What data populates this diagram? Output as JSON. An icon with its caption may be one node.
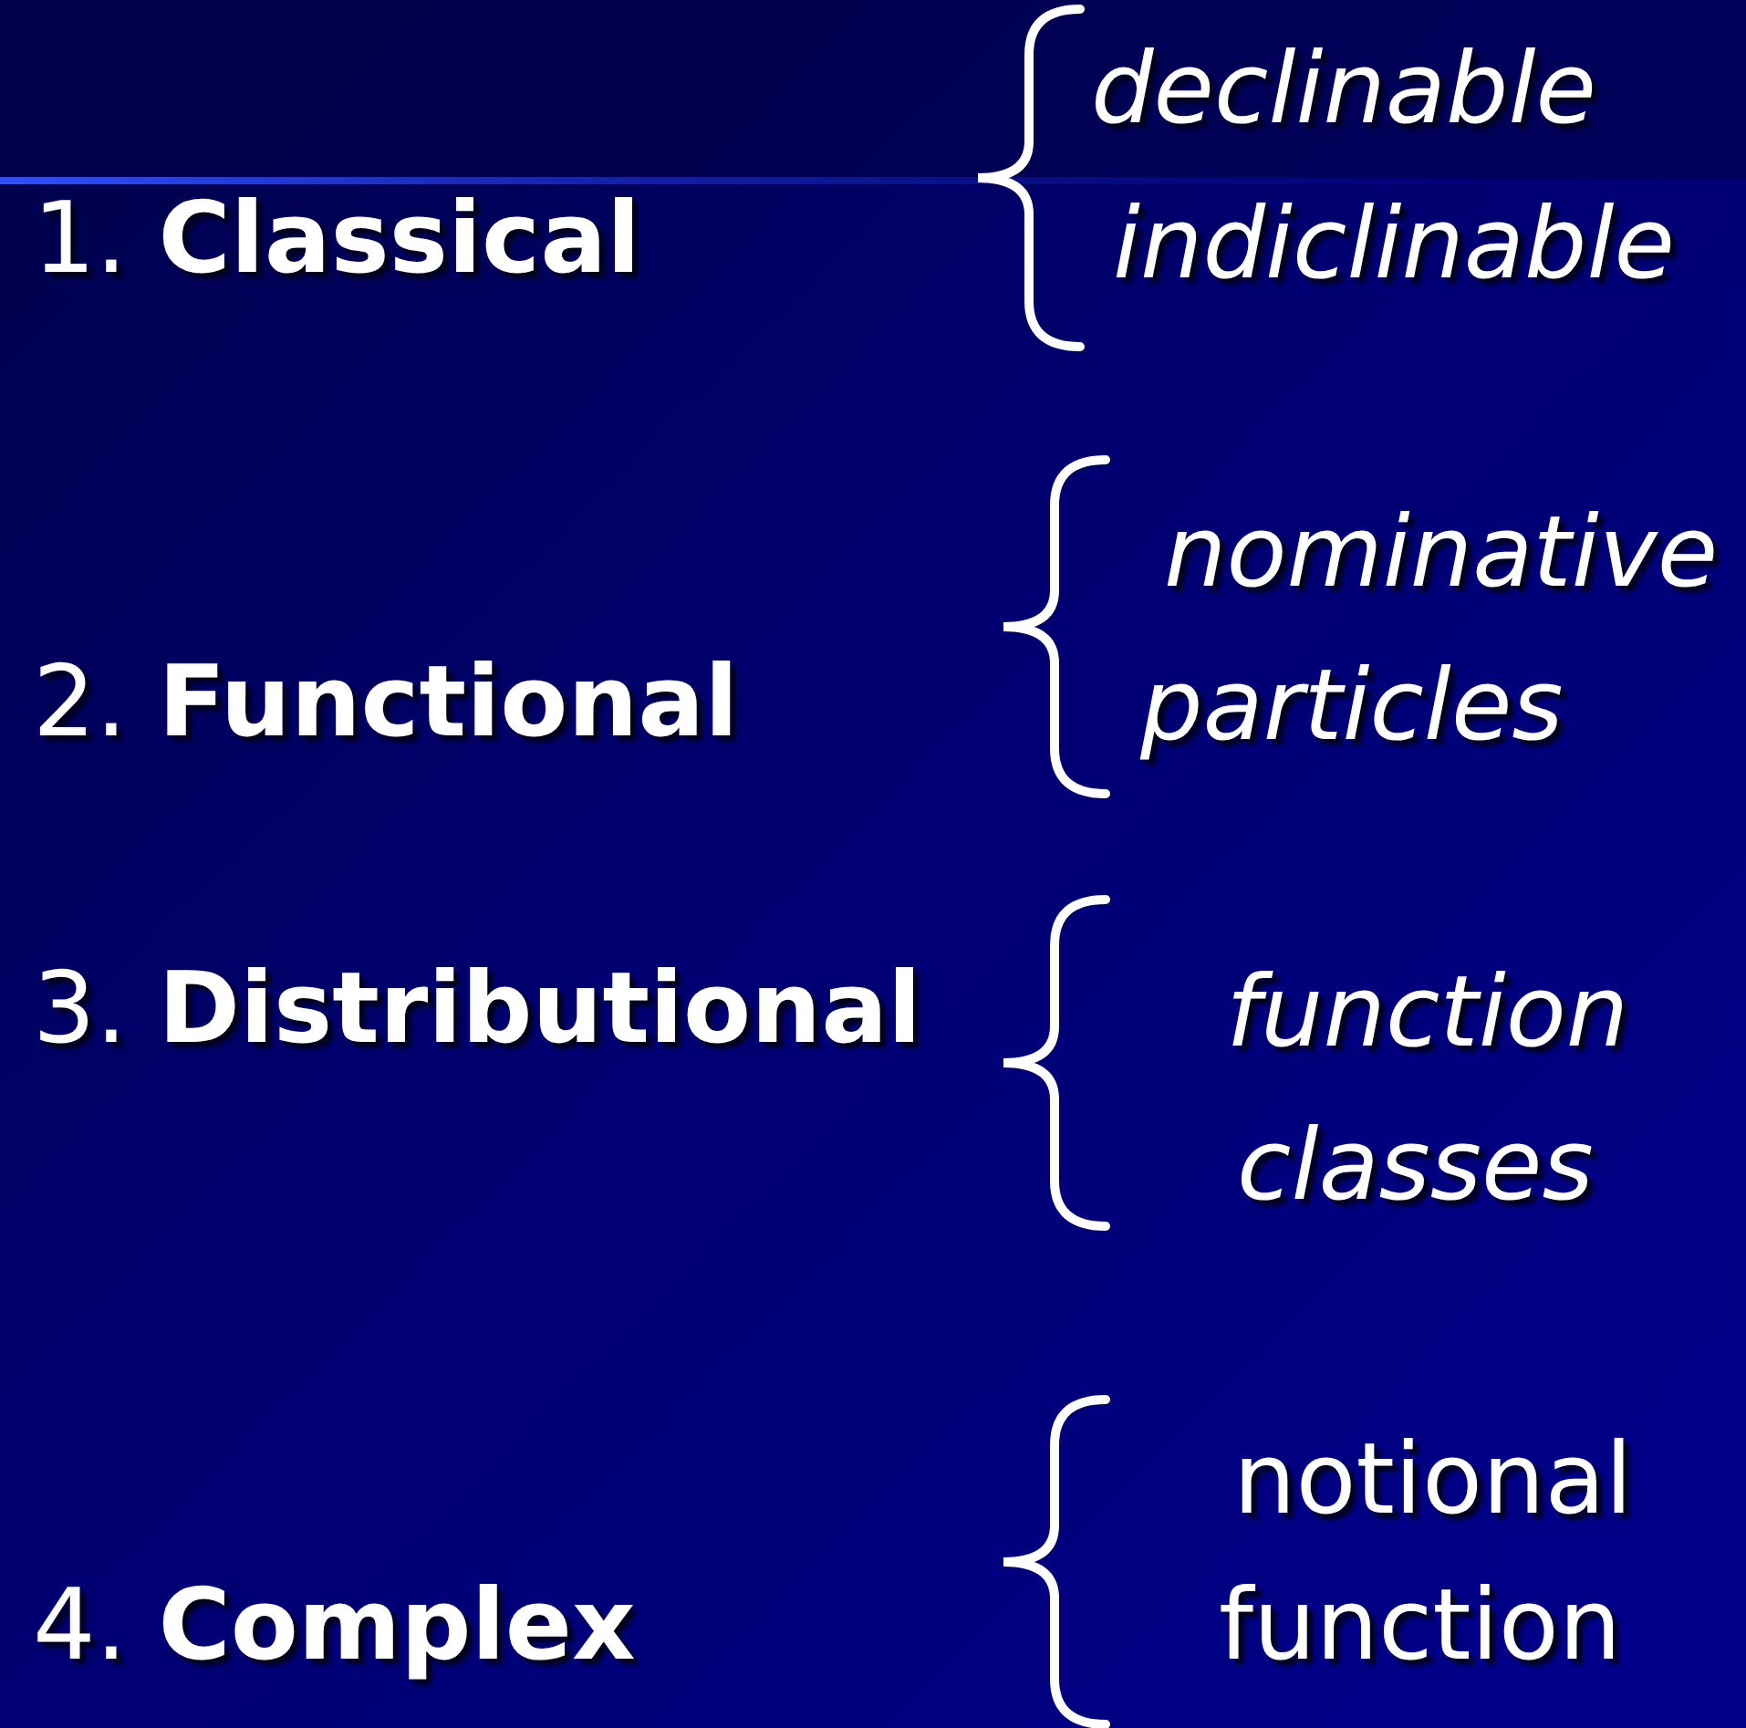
{
  "diagram": {
    "labels": [
      "declinable",
      "1. **Classical**",
      "indiclinable",
      "nominative",
      "2. **Functional**",
      "particles",
      "3. **Distributional**",
      "function",
      "classes",
      "notional",
      "4. **Complex**",
      "function"
    ]
  }
}
